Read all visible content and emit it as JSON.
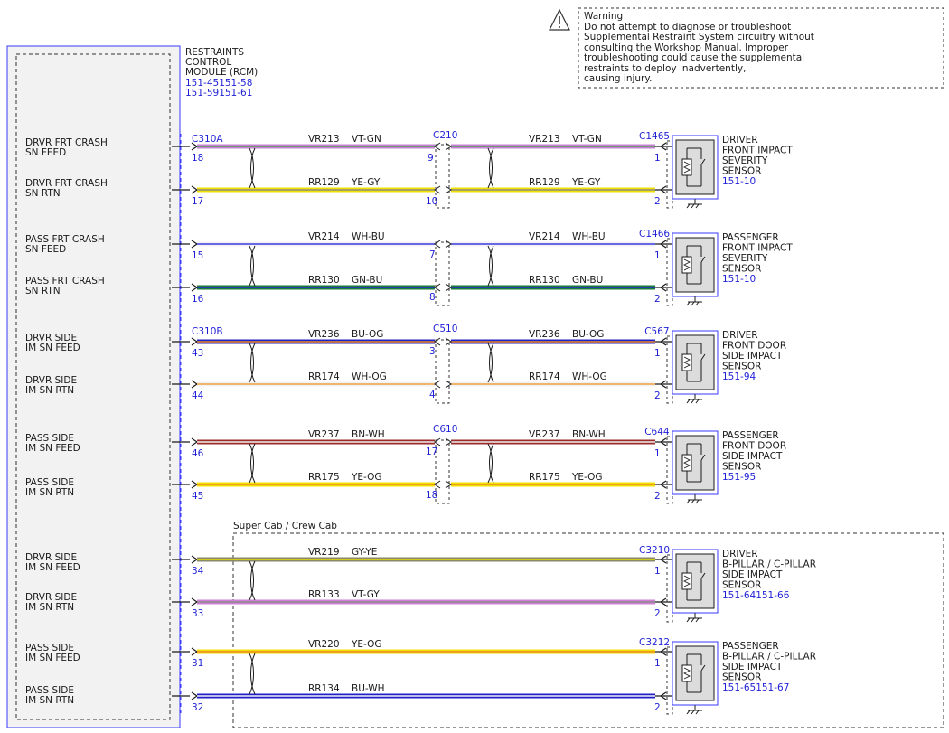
{
  "warning": {
    "title": "Warning",
    "lines": [
      "Do not attempt to diagnose or troubleshoot",
      "Supplemental Restraint System circuitry without",
      "consulting the Workshop Manual. Improper",
      "troubleshooting could cause the supplemental",
      "restraints to deploy inadvertently,",
      "causing injury."
    ]
  },
  "module": {
    "name_lines": [
      "RESTRAINTS",
      "CONTROL",
      "MODULE (RCM)"
    ],
    "refs": [
      "151-45151-58",
      "151-59151-61"
    ],
    "connectors": [
      "C310A",
      "C310B"
    ]
  },
  "pins": [
    {
      "label": [
        "DRVR FRT CRASH",
        "SN FEED"
      ],
      "pin": "18"
    },
    {
      "label": [
        "DRVR FRT CRASH",
        "SN RTN"
      ],
      "pin": "17"
    },
    {
      "label": [
        "PASS FRT CRASH",
        "SN FEED"
      ],
      "pin": "15"
    },
    {
      "label": [
        "PASS FRT CRASH",
        "SN RTN"
      ],
      "pin": "16"
    },
    {
      "label": [
        "DRVR SIDE",
        "IM SN FEED"
      ],
      "pin": "43"
    },
    {
      "label": [
        "DRVR SIDE",
        "IM SN RTN"
      ],
      "pin": "44"
    },
    {
      "label": [
        "PASS SIDE",
        "IM SN FEED"
      ],
      "pin": "46"
    },
    {
      "label": [
        "PASS SIDE",
        "IM SN RTN"
      ],
      "pin": "45"
    },
    {
      "label": [
        "DRVR SIDE",
        "IM SN FEED"
      ],
      "pin": "34"
    },
    {
      "label": [
        "DRVR SIDE",
        "IM SN RTN"
      ],
      "pin": "33"
    },
    {
      "label": [
        "PASS SIDE",
        "IM SN FEED"
      ],
      "pin": "31"
    },
    {
      "label": [
        "PASS SIDE",
        "IM SN RTN"
      ],
      "pin": "32"
    }
  ],
  "wires": [
    {
      "circuit": "VR213",
      "color": "VT-GN",
      "colors": [
        "#c77fd6",
        "#4fa54f"
      ]
    },
    {
      "circuit": "RR129",
      "color": "YE-GY",
      "colors": [
        "#f0e000",
        "#8a8a8a"
      ]
    },
    {
      "circuit": "VR214",
      "color": "WH-BU",
      "colors": [
        "#f2f2f2",
        "#3a3ae0"
      ]
    },
    {
      "circuit": "RR130",
      "color": "GN-BU",
      "colors": [
        "#1a7a3a",
        "#2a2ad0"
      ]
    },
    {
      "circuit": "VR236",
      "color": "BU-OG",
      "colors": [
        "#2020c8",
        "#f08a20"
      ]
    },
    {
      "circuit": "RR174",
      "color": "WH-OG",
      "colors": [
        "#f2f2f2",
        "#f0a040"
      ]
    },
    {
      "circuit": "VR237",
      "color": "BN-WH",
      "colors": [
        "#9a2c2c",
        "#f2f2f2"
      ]
    },
    {
      "circuit": "RR175",
      "color": "YE-OG",
      "colors": [
        "#f0e000",
        "#f08a20"
      ]
    },
    {
      "circuit": "VR219",
      "color": "GY-YE",
      "colors": [
        "#8a8a6a",
        "#e8e000"
      ]
    },
    {
      "circuit": "RR133",
      "color": "VT-GY",
      "colors": [
        "#d17fd6",
        "#8a8a8a"
      ]
    },
    {
      "circuit": "VR220",
      "color": "YE-OG",
      "colors": [
        "#f0e000",
        "#f08a20"
      ]
    },
    {
      "circuit": "RR134",
      "color": "BU-WH",
      "colors": [
        "#2020c8",
        "#f2f2f2"
      ]
    }
  ],
  "inline_connectors": [
    {
      "name": "C210",
      "pins": [
        "9",
        "10"
      ]
    },
    {
      "name": "C510",
      "pins": [
        "3",
        "4"
      ]
    },
    {
      "name": "C610",
      "pins": [
        "17",
        "18"
      ]
    }
  ],
  "option_label": "Super Cab / Crew Cab",
  "sensors": [
    {
      "connector": "C1465",
      "pins": [
        "1",
        "2"
      ],
      "name_lines": [
        "DRIVER",
        "FRONT IMPACT",
        "SEVERITY",
        "SENSOR"
      ],
      "refs": [
        "151-10"
      ]
    },
    {
      "connector": "C1466",
      "pins": [
        "1",
        "2"
      ],
      "name_lines": [
        "PASSENGER",
        "FRONT IMPACT",
        "SEVERITY",
        "SENSOR"
      ],
      "refs": [
        "151-10"
      ]
    },
    {
      "connector": "C567",
      "pins": [
        "1",
        "2"
      ],
      "name_lines": [
        "DRIVER",
        "FRONT DOOR",
        "SIDE IMPACT",
        "SENSOR"
      ],
      "refs": [
        "151-94"
      ]
    },
    {
      "connector": "C644",
      "pins": [
        "1",
        "2"
      ],
      "name_lines": [
        "PASSENGER",
        "FRONT DOOR",
        "SIDE IMPACT",
        "SENSOR"
      ],
      "refs": [
        "151-95"
      ]
    },
    {
      "connector": "C3210",
      "pins": [
        "1",
        "2"
      ],
      "name_lines": [
        "DRIVER",
        "B-PILLAR / C-PILLAR",
        "SIDE IMPACT",
        "SENSOR"
      ],
      "refs": [
        "151-64151-66"
      ]
    },
    {
      "connector": "C3212",
      "pins": [
        "1",
        "2"
      ],
      "name_lines": [
        "PASSENGER",
        "B-PILLAR / C-PILLAR",
        "SIDE IMPACT",
        "SENSOR"
      ],
      "refs": [
        "151-65151-67"
      ]
    }
  ],
  "colors": {
    "link": "#1f1fd6",
    "module_fill": "#f2f2f2",
    "sensor_fill": "#dcdcdc",
    "line": "#1a1a1a"
  }
}
